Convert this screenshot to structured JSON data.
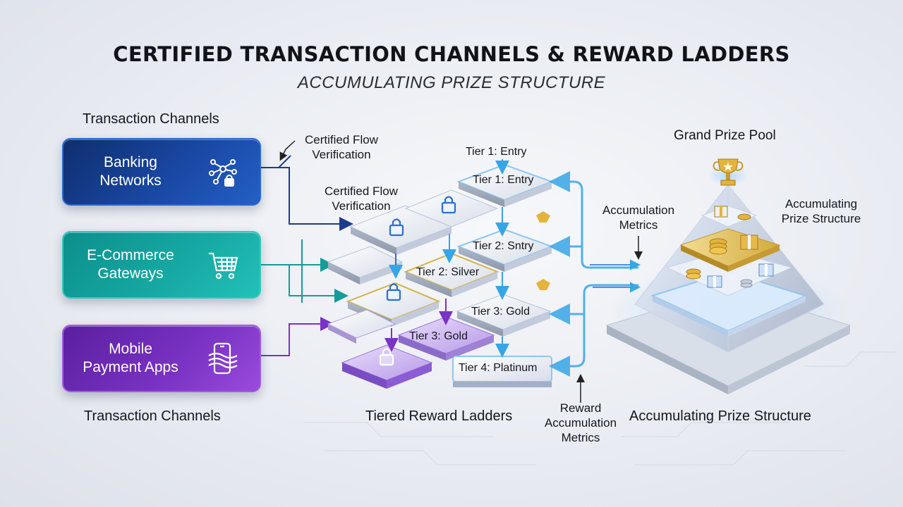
{
  "header": {
    "title": "CERTIFIED TRANSACTION CHANNELS & REWARD LADDERS",
    "subtitle": "ACCUMULATING PRIZE STRUCTURE"
  },
  "channels": {
    "heading_top": "Transaction Channels",
    "heading_bottom": "Transaction Channels",
    "items": [
      {
        "line1": "Banking",
        "line2": "Networks",
        "icon": "network-lock-icon",
        "color": "#1a4aa8"
      },
      {
        "line1": "E-Commerce",
        "line2": "Gateways",
        "icon": "shopping-cart-icon",
        "color": "#17aaa4"
      },
      {
        "line1": "Mobile",
        "line2": "Payment Apps",
        "icon": "mobile-payment-icon",
        "color": "#7a33c4"
      }
    ]
  },
  "verification": {
    "label_top_line1": "Certified Flow",
    "label_top_line2": "Verification",
    "label_mid_line1": "Certified Flow",
    "label_mid_line2": "Verification"
  },
  "ladder": {
    "heading": "Tiered Reward Ladders",
    "tiers_left": [
      "Tier 2: Silver",
      "Tier 3: Gold"
    ],
    "tiers_right": [
      "Tier 1: Entry",
      "Tier 1: Entry",
      "Tier 2: Sntry",
      "Tier 3: Gold",
      "Tier 4: Platinum"
    ],
    "colors": {
      "entry": "#8fc6f0",
      "silver": "#c9a93a",
      "gold": "#d4b243",
      "platinum": "#9a6ee0"
    }
  },
  "metrics": {
    "accumulation_line1": "Accumulation",
    "accumulation_line2": "Metrics",
    "reward_line1": "Reward",
    "reward_line2": "Accumulation",
    "reward_line3": "Metrics"
  },
  "prize": {
    "grand_label": "Grand Prize Pool",
    "accum_line1": "Accumulating",
    "accum_line2": "Prize Structure",
    "heading": "Accumulating Prize Structure",
    "icons": [
      "trophy-icon",
      "gift-icon",
      "coins-icon"
    ]
  }
}
